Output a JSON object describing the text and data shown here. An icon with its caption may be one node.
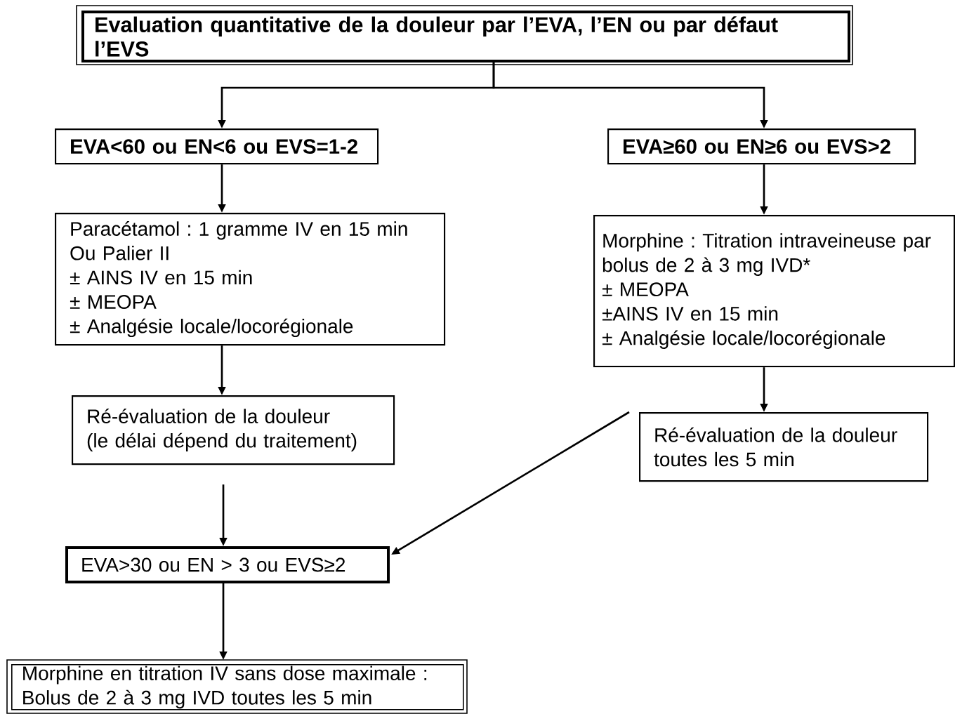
{
  "diagram": {
    "nodes": [
      {
        "text": [
          "Evaluation quantitative de la douleur par l’EVA, l’EN ou par défaut l’EVS"
        ]
      },
      {
        "text": [
          "EVA<60 ou EN<6 ou EVS=1-2"
        ]
      },
      {
        "text": [
          "EVA≥60 ou EN≥6 ou EVS>2"
        ]
      },
      {
        "text": [
          "Paracétamol : 1 gramme IV en 15 min",
          "Ou Palier II",
          "± AINS IV en 15 min",
          "± MEOPA",
          "± Analgésie locale/locorégionale"
        ]
      },
      {
        "text": [
          "Morphine : Titration intraveineuse par bolus de 2 à 3 mg IVD*",
          "± MEOPA",
          "±AINS IV en 15 min",
          "± Analgésie locale/locorégionale"
        ]
      },
      {
        "text": [
          "Ré-évaluation de la douleur",
          "(le délai dépend du traitement)"
        ]
      },
      {
        "text": [
          "Ré-évaluation de la douleur toutes les 5 min"
        ]
      },
      {
        "text": [
          "EVA>30 ou EN > 3 ou EVS≥2"
        ]
      },
      {
        "text": [
          "Morphine en titration IV sans dose maximale :",
          "Bolus de 2 à 3 mg IVD toutes les 5 min"
        ]
      }
    ],
    "edges": [
      {
        "from": 0,
        "to": 1,
        "arrow": "to"
      },
      {
        "from": 0,
        "to": 2,
        "arrow": "to"
      },
      {
        "from": 1,
        "to": 3,
        "arrow": "to"
      },
      {
        "from": 2,
        "to": 4,
        "arrow": "to"
      },
      {
        "from": 3,
        "to": 5,
        "arrow": "to"
      },
      {
        "from": 4,
        "to": 6,
        "arrow": "to"
      },
      {
        "from": 5,
        "to": 7,
        "arrow": "to"
      },
      {
        "from": 6,
        "to": 7,
        "arrow": "to"
      },
      {
        "from": 7,
        "to": 8,
        "arrow": "to"
      }
    ]
  }
}
